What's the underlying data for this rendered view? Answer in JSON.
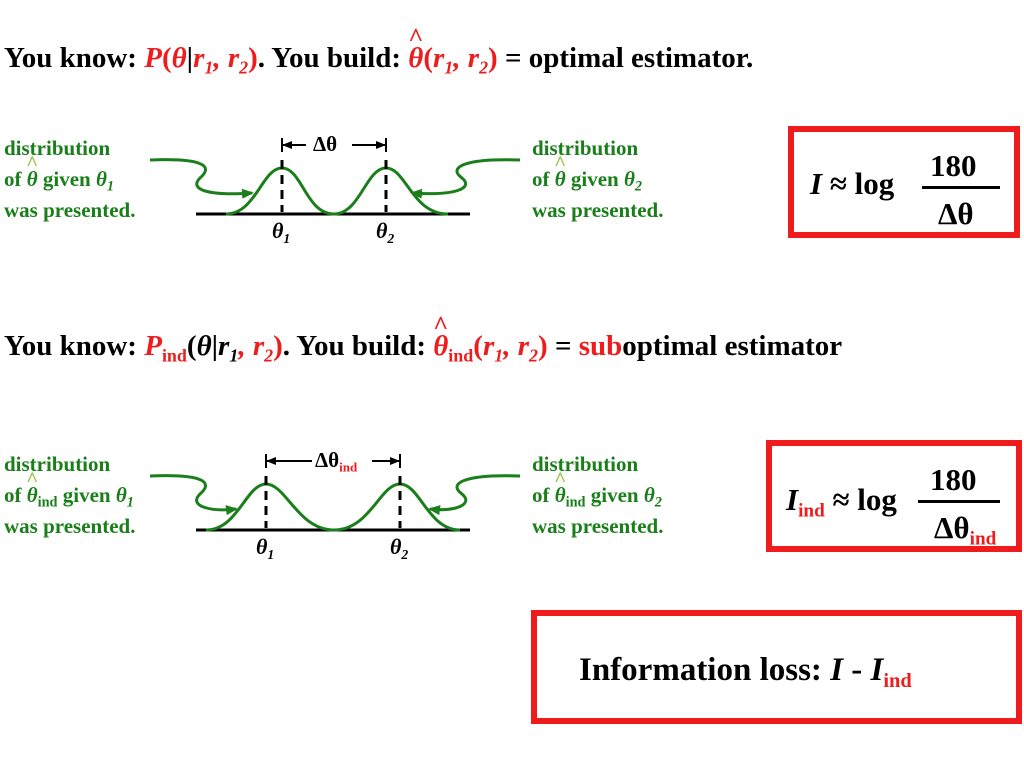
{
  "line1": {
    "you_know": "You know:",
    "P": "P",
    "open": "(",
    "theta": "θ",
    "bar": "|",
    "r": "r",
    "sub1": "1",
    "comma": ", ",
    "sub2": "2",
    "close": ")",
    "period": ".",
    "you_build": "You build:",
    "suffix": "= optimal estimator."
  },
  "line2": {
    "you_know": "You know:",
    "P": "P",
    "ind": "ind",
    "open": "(",
    "theta": "θ",
    "bar": "|",
    "r": "r",
    "sub1": "1",
    "comma": ", ",
    "sub2": "2",
    "close": ")",
    "period": ".",
    "you_build": "You build:",
    "equals": "=",
    "sub_word": "sub",
    "suffix": "optimal estimator"
  },
  "top_diagram": {
    "delta_label": "Δθ",
    "theta1": "θ",
    "theta1_sub": "1",
    "theta2": "θ",
    "theta2_sub": "2",
    "left_note": {
      "l1": "distribution",
      "l2_of": "of",
      "l2_theta": "θ",
      "l2_given": "given",
      "l2_t": "θ",
      "l2_sub": "1",
      "l3": "was presented."
    },
    "right_note": {
      "l1": "distribution",
      "l2_of": "of",
      "l2_theta": "θ",
      "l2_given": "given",
      "l2_t": "θ",
      "l2_sub": "2",
      "l3": "was presented."
    }
  },
  "bottom_diagram": {
    "delta_label": "Δθ",
    "delta_sub": "ind",
    "theta1": "θ",
    "theta1_sub": "1",
    "theta2": "θ",
    "theta2_sub": "2",
    "left_note": {
      "l1": "distribution",
      "l2_of": "of",
      "l2_theta": "θ",
      "l2_ind": "ind",
      "l2_given": "given",
      "l2_t": "θ",
      "l2_sub": "1",
      "l3": "was presented."
    },
    "right_note": {
      "l1": "distribution",
      "l2_of": "of",
      "l2_theta": "θ",
      "l2_ind": "ind",
      "l2_given": "given",
      "l2_t": "θ",
      "l2_sub": "2",
      "l3": "was presented."
    }
  },
  "formula1": {
    "lhs_I": "I",
    "approx_log": "≈ log",
    "numerator": "180",
    "denominator": "Δθ"
  },
  "formula2": {
    "lhs_I": "I",
    "lhs_sub": "ind",
    "approx_log": "≈ log",
    "numerator": "180",
    "denominator": "Δθ",
    "den_sub": "ind"
  },
  "loss": {
    "label": "Information loss:",
    "I": "I",
    "minus": "-",
    "I2": "I",
    "sub": "ind"
  },
  "colors": {
    "accent_red": "#ee1c1c",
    "curve_green": "#1a7f1a",
    "hat_green": "#8ec63f"
  }
}
